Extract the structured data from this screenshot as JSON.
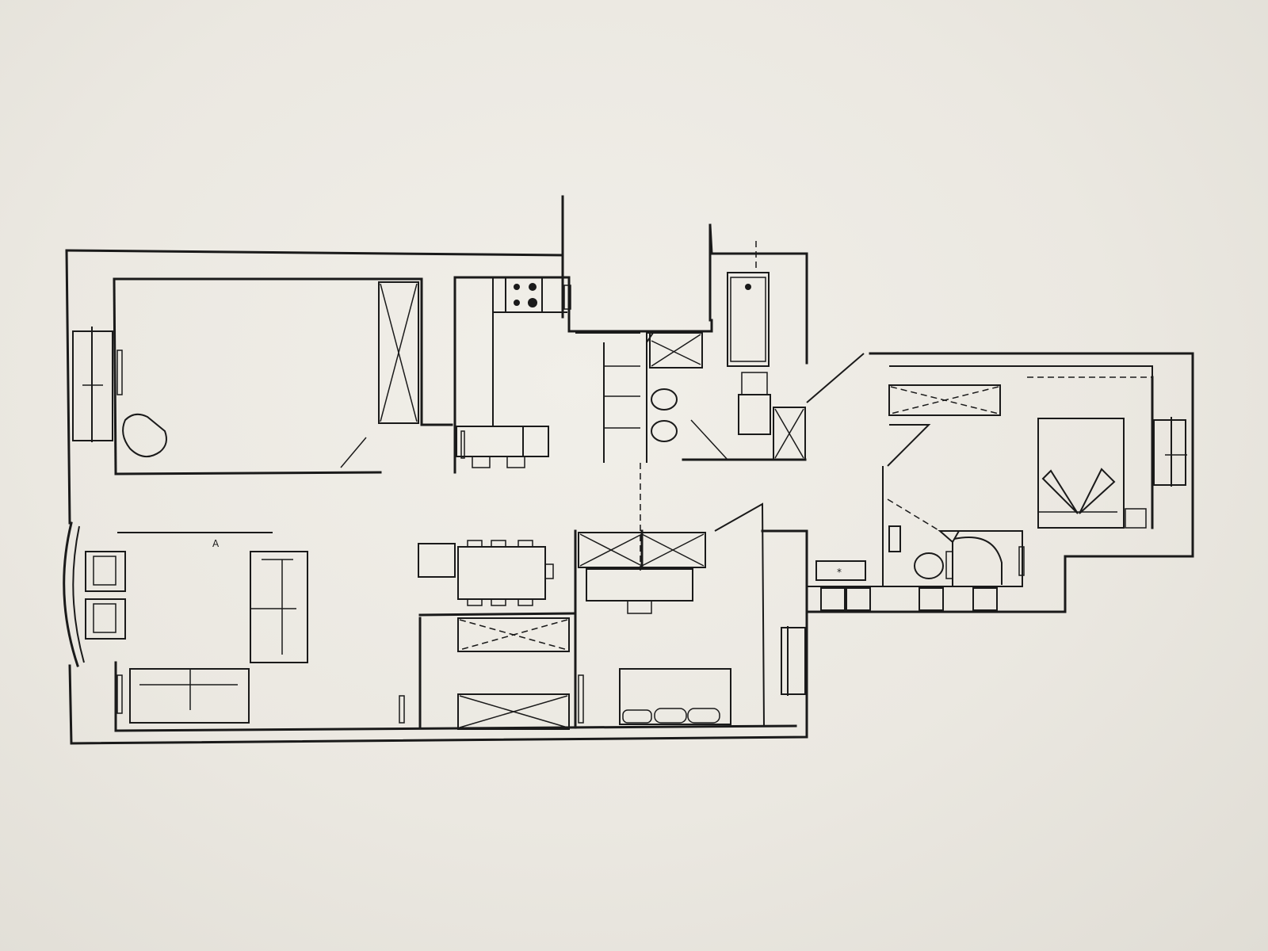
{
  "document": {
    "type": "floor-plan",
    "medium": "photographed printout",
    "labels_legible": false
  },
  "colors": {
    "paper": "#ece9e2",
    "ink": "#1a1a1a"
  },
  "rooms": [
    {
      "id": "bedroom-2",
      "furniture": [
        "armchair",
        "wardrobe",
        "window"
      ]
    },
    {
      "id": "kitchen",
      "furniture": [
        "stove",
        "counter",
        "breakfast-bar",
        "stools"
      ]
    },
    {
      "id": "bathroom-1",
      "furniture": [
        "bathtub",
        "toilet",
        "bidet",
        "sink",
        "shower"
      ]
    },
    {
      "id": "living-room",
      "furniture": [
        "sofa",
        "loveseat",
        "armchairs",
        "bay-window"
      ]
    },
    {
      "id": "dining",
      "furniture": [
        "dining-table",
        "chairs",
        "sideboard"
      ]
    },
    {
      "id": "study",
      "furniture": [
        "desk",
        "chair",
        "closets",
        "sofa-bed"
      ]
    },
    {
      "id": "master-bedroom",
      "furniture": [
        "double-bed",
        "nightstand",
        "closet",
        "window"
      ]
    },
    {
      "id": "bathroom-2",
      "furniture": [
        "toilet",
        "shower",
        "sink"
      ]
    },
    {
      "id": "corridor",
      "furniture": [
        "console",
        "radiators"
      ]
    }
  ],
  "marks": {
    "living_room_mark": "A"
  }
}
